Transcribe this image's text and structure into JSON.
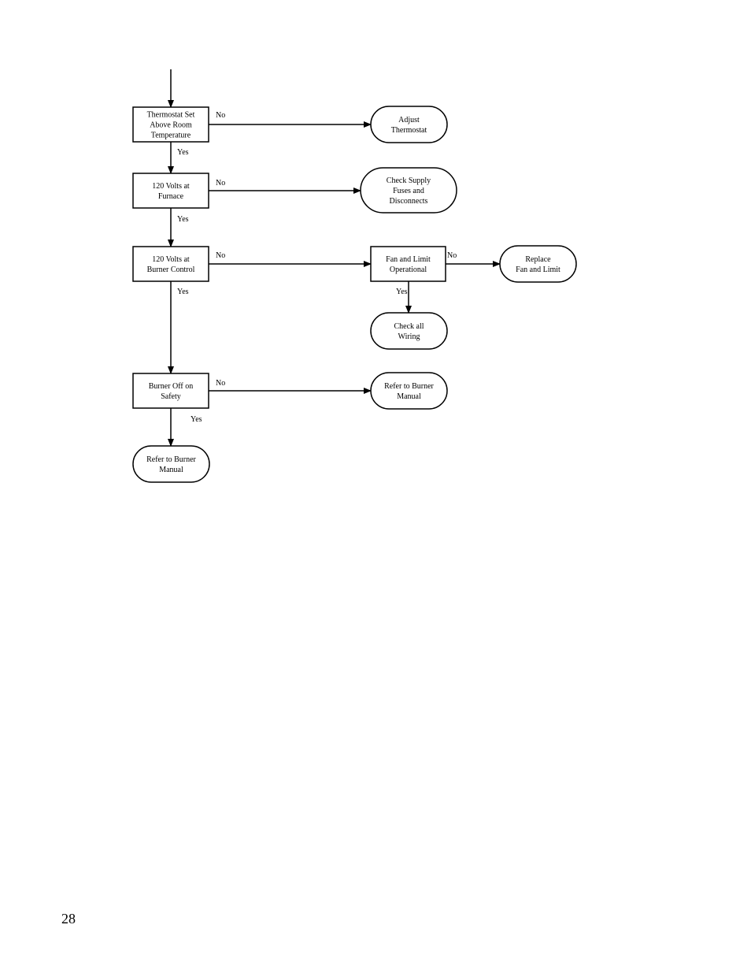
{
  "diagram": {
    "nodes": [
      {
        "id": "thermostat_check",
        "shape": "rect",
        "lines": [
          "Thermostat Set",
          "Above Room",
          "Temperature"
        ]
      },
      {
        "id": "adjust_thermostat",
        "shape": "terminal",
        "lines": [
          "Adjust",
          "Thermostat"
        ]
      },
      {
        "id": "volts_furnace",
        "shape": "rect",
        "lines": [
          "120 Volts at",
          "Furnace"
        ]
      },
      {
        "id": "check_supply",
        "shape": "terminal",
        "lines": [
          "Check Supply",
          "Fuses and",
          "Disconnects"
        ]
      },
      {
        "id": "volts_burner",
        "shape": "rect",
        "lines": [
          "120 Volts at",
          "Burner Control"
        ]
      },
      {
        "id": "fan_limit",
        "shape": "rect",
        "lines": [
          "Fan and Limit",
          "Operational"
        ]
      },
      {
        "id": "replace_fan_limit",
        "shape": "terminal",
        "lines": [
          "Replace",
          "Fan and Limit"
        ]
      },
      {
        "id": "check_wiring",
        "shape": "terminal",
        "lines": [
          "Check all",
          "Wiring"
        ]
      },
      {
        "id": "burner_off",
        "shape": "rect",
        "lines": [
          "Burner Off on",
          "Safety"
        ]
      },
      {
        "id": "refer_manual_right",
        "shape": "terminal",
        "lines": [
          "Refer to Burner",
          "Manual"
        ]
      },
      {
        "id": "refer_manual_bottom",
        "shape": "terminal",
        "lines": [
          "Refer to Burner",
          "Manual"
        ]
      }
    ],
    "edges": [
      {
        "from": "start",
        "to": "thermostat_check",
        "label": ""
      },
      {
        "from": "thermostat_check",
        "to": "adjust_thermostat",
        "label": "No"
      },
      {
        "from": "thermostat_check",
        "to": "volts_furnace",
        "label": "Yes"
      },
      {
        "from": "volts_furnace",
        "to": "check_supply",
        "label": "No"
      },
      {
        "from": "volts_furnace",
        "to": "volts_burner",
        "label": "Yes"
      },
      {
        "from": "volts_burner",
        "to": "fan_limit",
        "label": "No"
      },
      {
        "from": "fan_limit",
        "to": "replace_fan_limit",
        "label": "No"
      },
      {
        "from": "fan_limit",
        "to": "check_wiring",
        "label": "Yes"
      },
      {
        "from": "volts_burner",
        "to": "burner_off",
        "label": "Yes"
      },
      {
        "from": "burner_off",
        "to": "refer_manual_right",
        "label": "No"
      },
      {
        "from": "burner_off",
        "to": "refer_manual_bottom",
        "label": "Yes"
      }
    ]
  },
  "page_number": "28"
}
